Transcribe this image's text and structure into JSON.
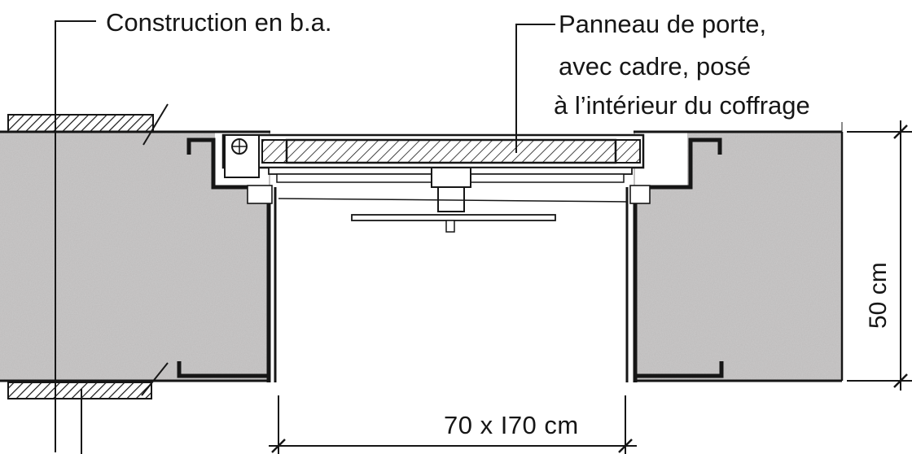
{
  "labels": {
    "construction": "Construction en b.a.",
    "panneau_line1": "Panneau de porte,",
    "panneau_line2": "avec cadre, posé",
    "panneau_line3": "à l’intérieur du coffrage",
    "height_dim": "50 cm",
    "width_dim": "70 x I70 cm"
  },
  "colors": {
    "concrete": "#cbc9c9",
    "line": "#161616",
    "background": "#ffffff"
  }
}
